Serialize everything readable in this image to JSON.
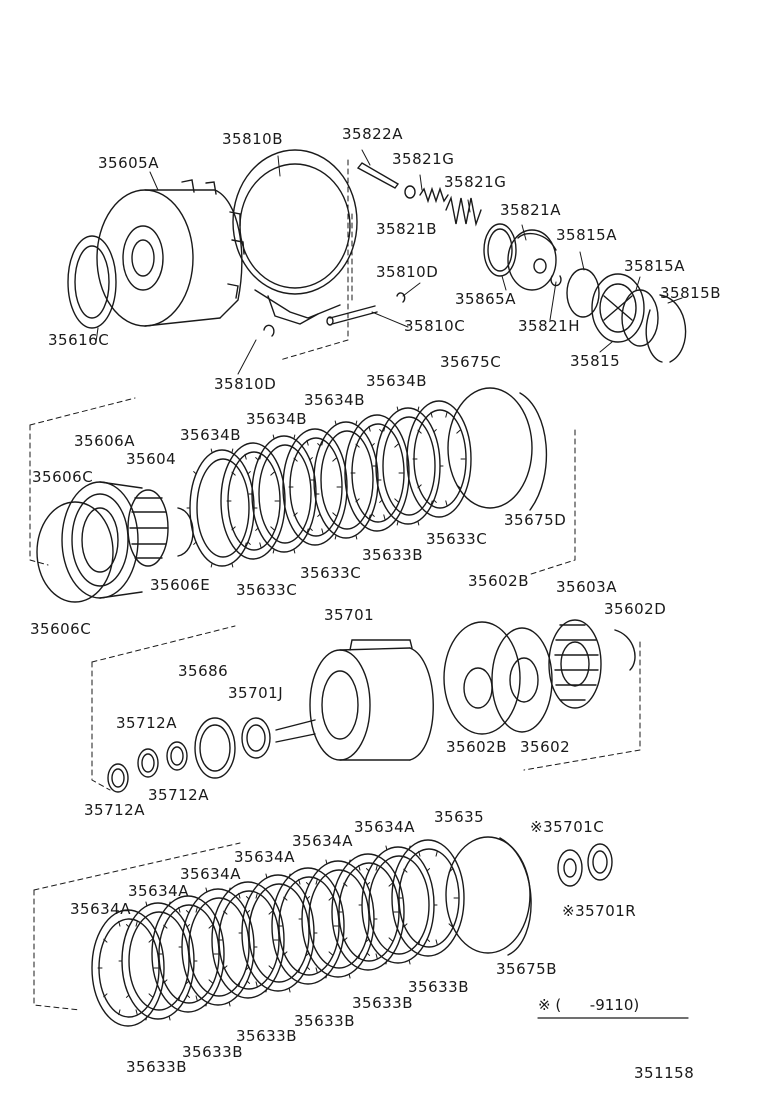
{
  "figure_code": "351158",
  "note": "※ (      -9110)",
  "labels": {
    "l35605A": "35605A",
    "l35810B": "35810B",
    "l35822A": "35822A",
    "l35821G_1": "35821G",
    "l35821G_2": "35821G",
    "l35821B": "35821B",
    "l35821A": "35821A",
    "l35815A_1": "35815A",
    "l35810D_1": "35810D",
    "l35815A_2": "35815A",
    "l35865A": "35865A",
    "l35815B": "35815B",
    "l35616C": "35616C",
    "l35810C": "35810C",
    "l35821H": "35821H",
    "l35815": "35815",
    "l35810D_2": "35810D",
    "l35634B_1": "35634B",
    "l35675C": "35675C",
    "l35634B_2": "35634B",
    "l35634B_3": "35634B",
    "l35634B_4": "35634B",
    "l35606A": "35606A",
    "l35606C_1": "35606C",
    "l35604": "35604",
    "l35675D": "35675D",
    "l35633C_1": "35633C",
    "l35633B_1": "35633B",
    "l35606E": "35606E",
    "l35633C_2": "35633C",
    "l35633C_3": "35633C",
    "l35606C_2": "35606C",
    "l35701": "35701",
    "l35602B_1": "35602B",
    "l35603A": "35603A",
    "l35602D": "35602D",
    "l35686": "35686",
    "l35701J": "35701J",
    "l35712A_1": "35712A",
    "l35602B_2": "35602B",
    "l35602": "35602",
    "l35712A_2": "35712A",
    "l35712A_3": "35712A",
    "l35635": "35635",
    "l35701C": "※35701C",
    "l35634A_1": "35634A",
    "l35634A_2": "35634A",
    "l35634A_3": "35634A",
    "l35634A_4": "35634A",
    "l35634A_5": "35634A",
    "l35634A_6": "35634A",
    "l35701R": "※35701R",
    "l35633B_2": "35633B",
    "l35675B": "35675B",
    "l35633B_3": "35633B",
    "l35633B_4": "35633B",
    "l35633B_5": "35633B",
    "l35633B_6": "35633B",
    "l35633B_7": "35633B"
  }
}
